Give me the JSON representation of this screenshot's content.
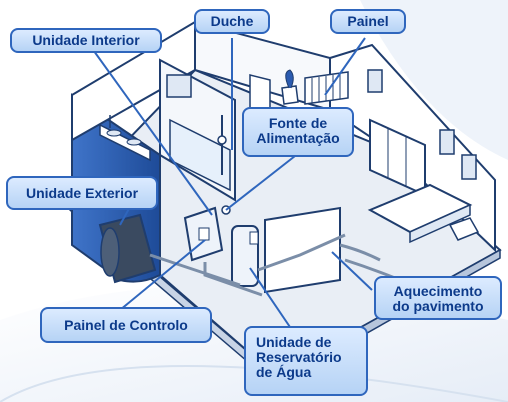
{
  "labels": {
    "indoor_unit": "Unidade Interior",
    "shower": "Duche",
    "panel": "Painel",
    "power_supply_line1": "Fonte de",
    "power_supply_line2": "Alimentação",
    "outdoor_unit": "Unidade Exterior",
    "floor_heating_line1": "Aquecimento",
    "floor_heating_line2": "do pavimento",
    "control_panel": "Painel de Controlo",
    "water_tank_line1": "Unidade de",
    "water_tank_line2": "Reservatório",
    "water_tank_line3": "de Água"
  },
  "colors": {
    "callout_fill": "#c6defb",
    "callout_border": "#2f66bd",
    "callout_text": "#0c3a8a",
    "wall": "#ffffff",
    "floor": "#e9eef5",
    "outline": "#1f3d6e",
    "exterior_wall": "#2b5bb0",
    "pipe": "#7b8ea8"
  }
}
